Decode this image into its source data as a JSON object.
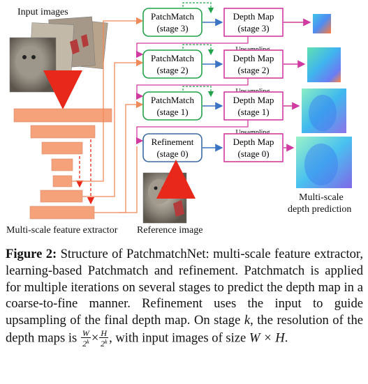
{
  "figure": {
    "input_images_label": "Input images",
    "extractor_label": "Multi-scale feature extractor",
    "reference_label": "Reference image",
    "prediction_label_line1": "Multi-scale",
    "prediction_label_line2": "depth prediction",
    "upsampling_label": "Upsampling",
    "stages": [
      {
        "title": "PatchMatch",
        "sub": "(stage 3)",
        "depth_title": "Depth Map",
        "depth_sub": "(stage 3)"
      },
      {
        "title": "PatchMatch",
        "sub": "(stage 2)",
        "depth_title": "Depth Map",
        "depth_sub": "(stage 2)"
      },
      {
        "title": "PatchMatch",
        "sub": "(stage 1)",
        "depth_title": "Depth Map",
        "depth_sub": "(stage 1)"
      },
      {
        "title": "Refinement",
        "sub": "(stage 0)",
        "depth_title": "Depth Map",
        "depth_sub": "(stage 0)"
      }
    ],
    "colors": {
      "patchmatch": "#22a24a",
      "refinement": "#3b6aa8",
      "depthmap": "#d13aa0",
      "arrow": "#f0895a",
      "feature": "#f5a27a",
      "red_arrow": "#e8281a",
      "blue_arrow": "#3b74c4"
    }
  },
  "caption": {
    "label": "Figure 2:",
    "text_1": " Structure of PatchmatchNet: multi-scale feature extractor, learning-based Patchmatch and refinement. Patchmatch is applied for multiple iterations on several stages to predict the depth map in a coarse-to-fine manner. Refinement uses the input to guide upsampling of the final depth map. On stage ",
    "k": "k",
    "text_2": ", the resolution of the depth maps is ",
    "frac_w_num": "W",
    "frac_h_num": "H",
    "frac_den_base": "2",
    "frac_den_exp": "k",
    "times": "×",
    "text_3": ", with input images of size ",
    "size_expr": "W × H",
    "text_4": "."
  }
}
